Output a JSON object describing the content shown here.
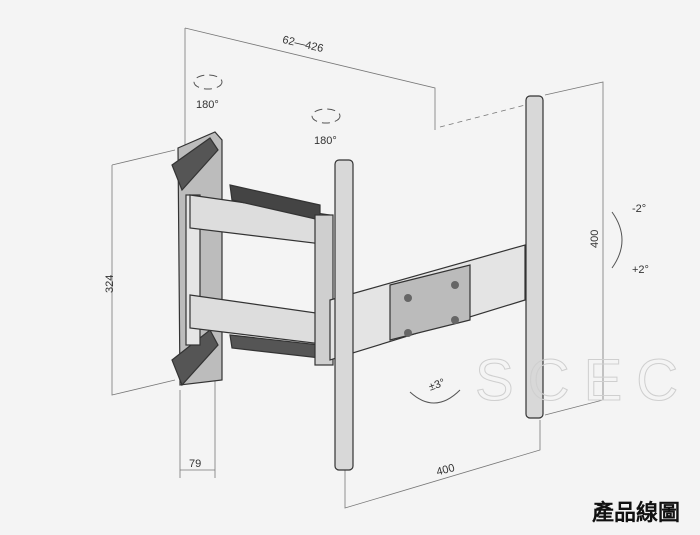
{
  "labels": {
    "arm_extension": "62—426",
    "swivel_left": "180°",
    "swivel_right": "180°",
    "wall_plate_height": "324",
    "vesa_vertical": "400",
    "tilt_up": "-2°",
    "tilt_down": "+2°",
    "rotation": "±3°",
    "wall_plate_width": "79",
    "vesa_horizontal": "400"
  },
  "watermark": "SCEC",
  "caption": "產品線圖"
}
